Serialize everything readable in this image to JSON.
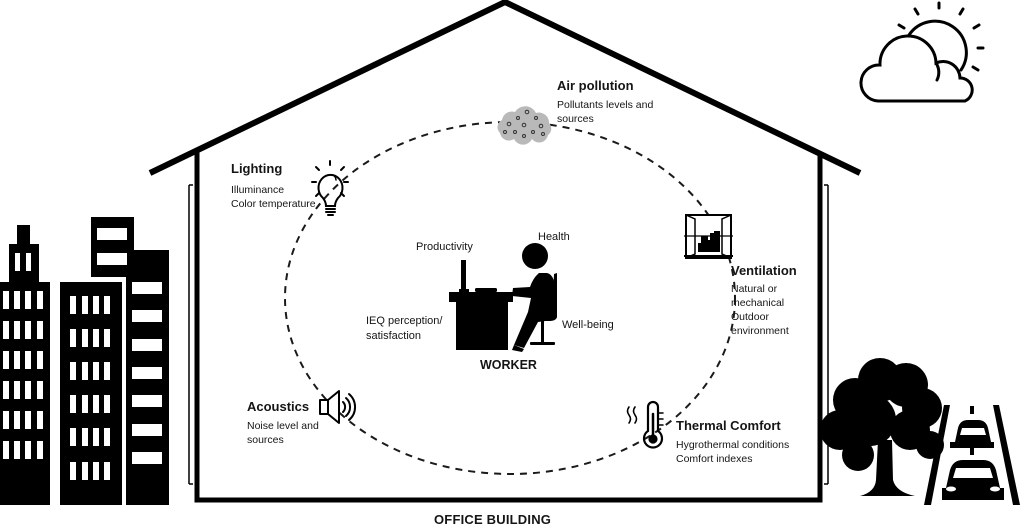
{
  "diagram": {
    "title": "OFFICE BUILDING",
    "center": {
      "title": "WORKER",
      "outcomes": [
        "Productivity",
        "Health",
        "IEQ perception/ satisfaction",
        "Well-being"
      ]
    },
    "factors": [
      {
        "id": "lighting",
        "title": "Lighting",
        "lines": [
          "Illuminance",
          "Color temperature"
        ],
        "icon": "lightbulb-icon"
      },
      {
        "id": "air_pollution",
        "title": "Air pollution",
        "lines": [
          "Pollutants levels and",
          "sources"
        ],
        "icon": "pollution-cloud-icon"
      },
      {
        "id": "ventilation",
        "title": "Ventilation",
        "lines": [
          "Natural or",
          "mechanical",
          "Outdoor",
          "environment"
        ],
        "icon": "window-icon"
      },
      {
        "id": "thermal_comfort",
        "title": "Thermal Comfort",
        "lines": [
          "Hygrothermal conditions",
          "Comfort indexes"
        ],
        "icon": "thermometer-icon"
      },
      {
        "id": "acoustics",
        "title": "Acoustics",
        "lines": [
          "Noise level and",
          "sources"
        ],
        "icon": "speaker-icon"
      }
    ],
    "surroundings": [
      "city-skyline-icon",
      "tree-icon",
      "road-cars-icon",
      "sun-cloud-icon"
    ],
    "colors": {
      "ink": "#000000",
      "text": "#151515",
      "pollution_gray": "#b9b9b9"
    }
  }
}
